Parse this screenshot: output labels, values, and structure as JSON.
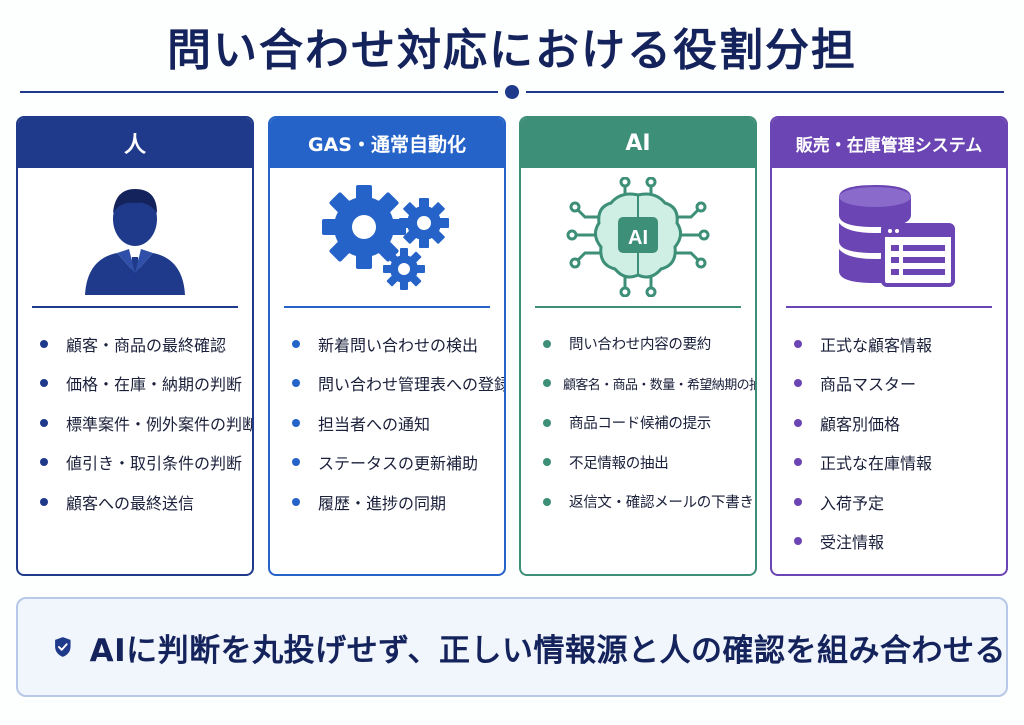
{
  "title": "問い合わせ対応における役割分担",
  "columns": [
    {
      "header": "人",
      "icon": "person-icon",
      "color": "#1f3a8a",
      "items": [
        "顧客・商品の最終確認",
        "価格・在庫・納期の判断",
        "標準案件・例外案件の判断",
        "値引き・取引条件の判断",
        "顧客への最終送信"
      ]
    },
    {
      "header": "GAS・通常自動化",
      "icon": "gears-icon",
      "color": "#2563c9",
      "items": [
        "新着問い合わせの検出",
        "問い合わせ管理表への登録",
        "担当者への通知",
        "ステータスの更新補助",
        "履歴・進捗の同期"
      ]
    },
    {
      "header": "AI",
      "icon": "ai-brain-icon",
      "color": "#3d8f78",
      "items": [
        "問い合わせ内容の要約",
        "顧客名・商品・数量・希望納期の抽出",
        "商品コード候補の提示",
        "不足情報の抽出",
        "返信文・確認メールの下書き"
      ]
    },
    {
      "header": "販売・在庫管理システム",
      "icon": "database-icon",
      "color": "#6a45b3",
      "items": [
        "正式な顧客情報",
        "商品マスター",
        "顧客別価格",
        "正式な在庫情報",
        "入荷予定",
        "受注情報"
      ]
    }
  ],
  "ai_icon_label": "AI",
  "footer": {
    "icon": "shield-check-icon",
    "text": "AIに判断を丸投げせず、正しい情報源と人の確認を組み合わせる"
  }
}
